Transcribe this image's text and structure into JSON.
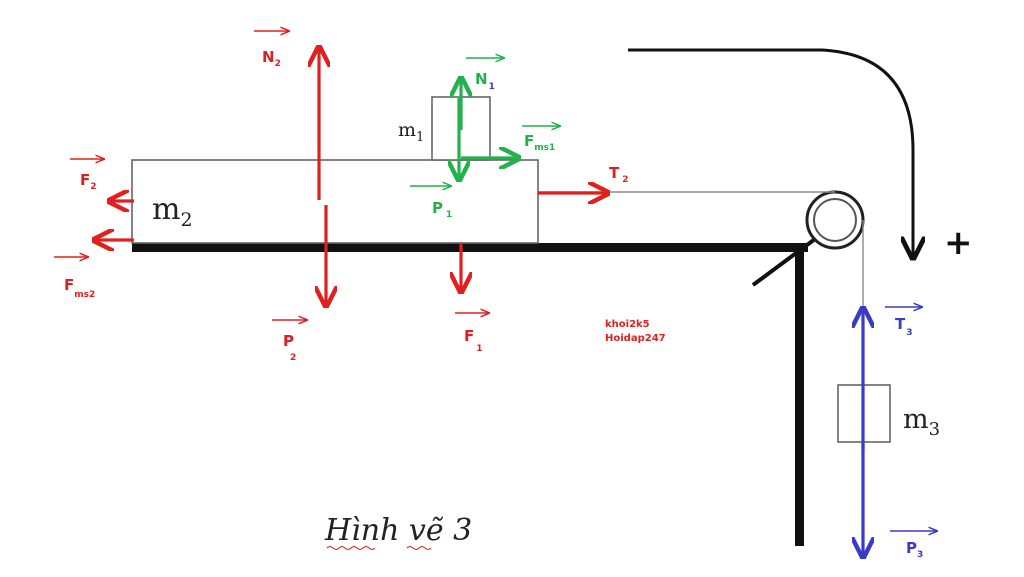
{
  "colors": {
    "red": "#e0201e",
    "green": "#22b14c",
    "blue": "#3a3ac8",
    "black": "#111111",
    "gray": "#8a8a8a"
  },
  "masses": {
    "m1": {
      "base": "m",
      "sub": "1"
    },
    "m2": {
      "base": "m",
      "sub": "2"
    },
    "m3": {
      "base": "m",
      "sub": "3"
    }
  },
  "forces": {
    "N2": {
      "base": "N",
      "sub": "2",
      "color": "red"
    },
    "F2": {
      "base": "F",
      "sub": "2",
      "color": "red"
    },
    "Fms2": {
      "base": "F",
      "sub": "ms2",
      "color": "red"
    },
    "P2": {
      "base": "P",
      "sub": "2",
      "color": "red"
    },
    "F1": {
      "base": "F",
      "sub": "1",
      "color": "red"
    },
    "T2": {
      "base": "T",
      "sub": "2",
      "color": "red"
    },
    "N1": {
      "base": "N",
      "sub": "1",
      "color": "green"
    },
    "Fms1": {
      "base": "F",
      "sub": "ms1",
      "color": "green"
    },
    "P1": {
      "base": "P",
      "sub": "1",
      "color": "green"
    },
    "T3": {
      "base": "T",
      "sub": "3",
      "color": "blue"
    },
    "P3": {
      "base": "P",
      "sub": "3",
      "color": "blue"
    }
  },
  "direction_sign": "+",
  "watermark": {
    "line1": "khoi2k5",
    "line2": "Hoidap247"
  },
  "caption": "Hình vẽ 3"
}
